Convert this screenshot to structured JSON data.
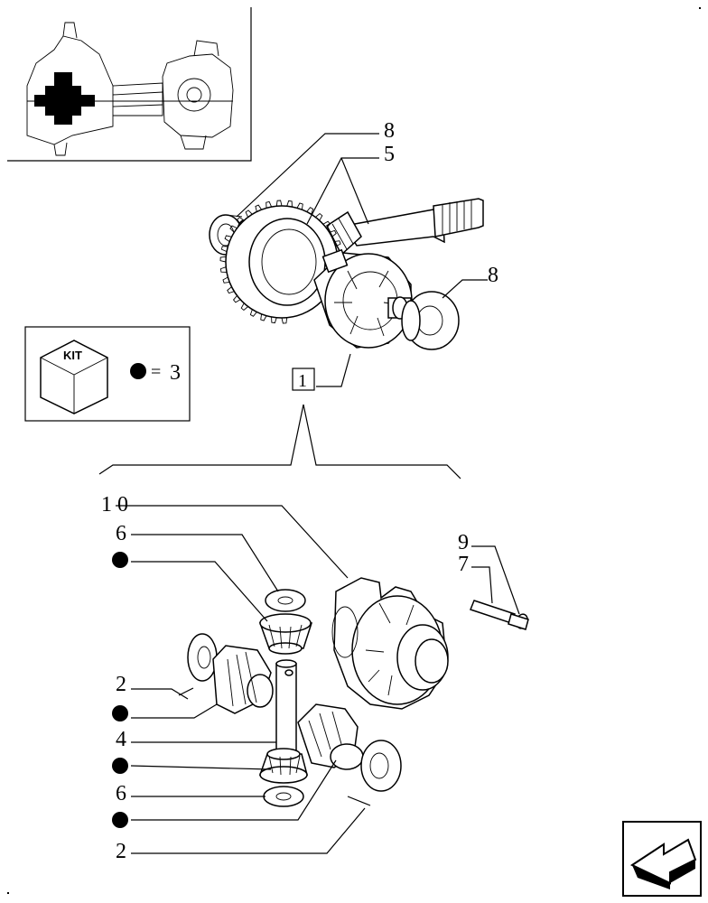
{
  "callouts": {
    "c8_top": "8",
    "c5": "5",
    "c8_right": "8",
    "c1": "1",
    "c10": "1 0",
    "c6_top": "6",
    "c9": "9",
    "c7": "7",
    "c2_top": "2",
    "c4": "4",
    "c6_bottom": "6",
    "c2_bottom": "2"
  },
  "kit_box": {
    "label": "KIT",
    "equals": "=",
    "count": "3"
  },
  "icons": {
    "kit_marker": "filled-circle",
    "nav_button": "previous-page-arrow"
  }
}
